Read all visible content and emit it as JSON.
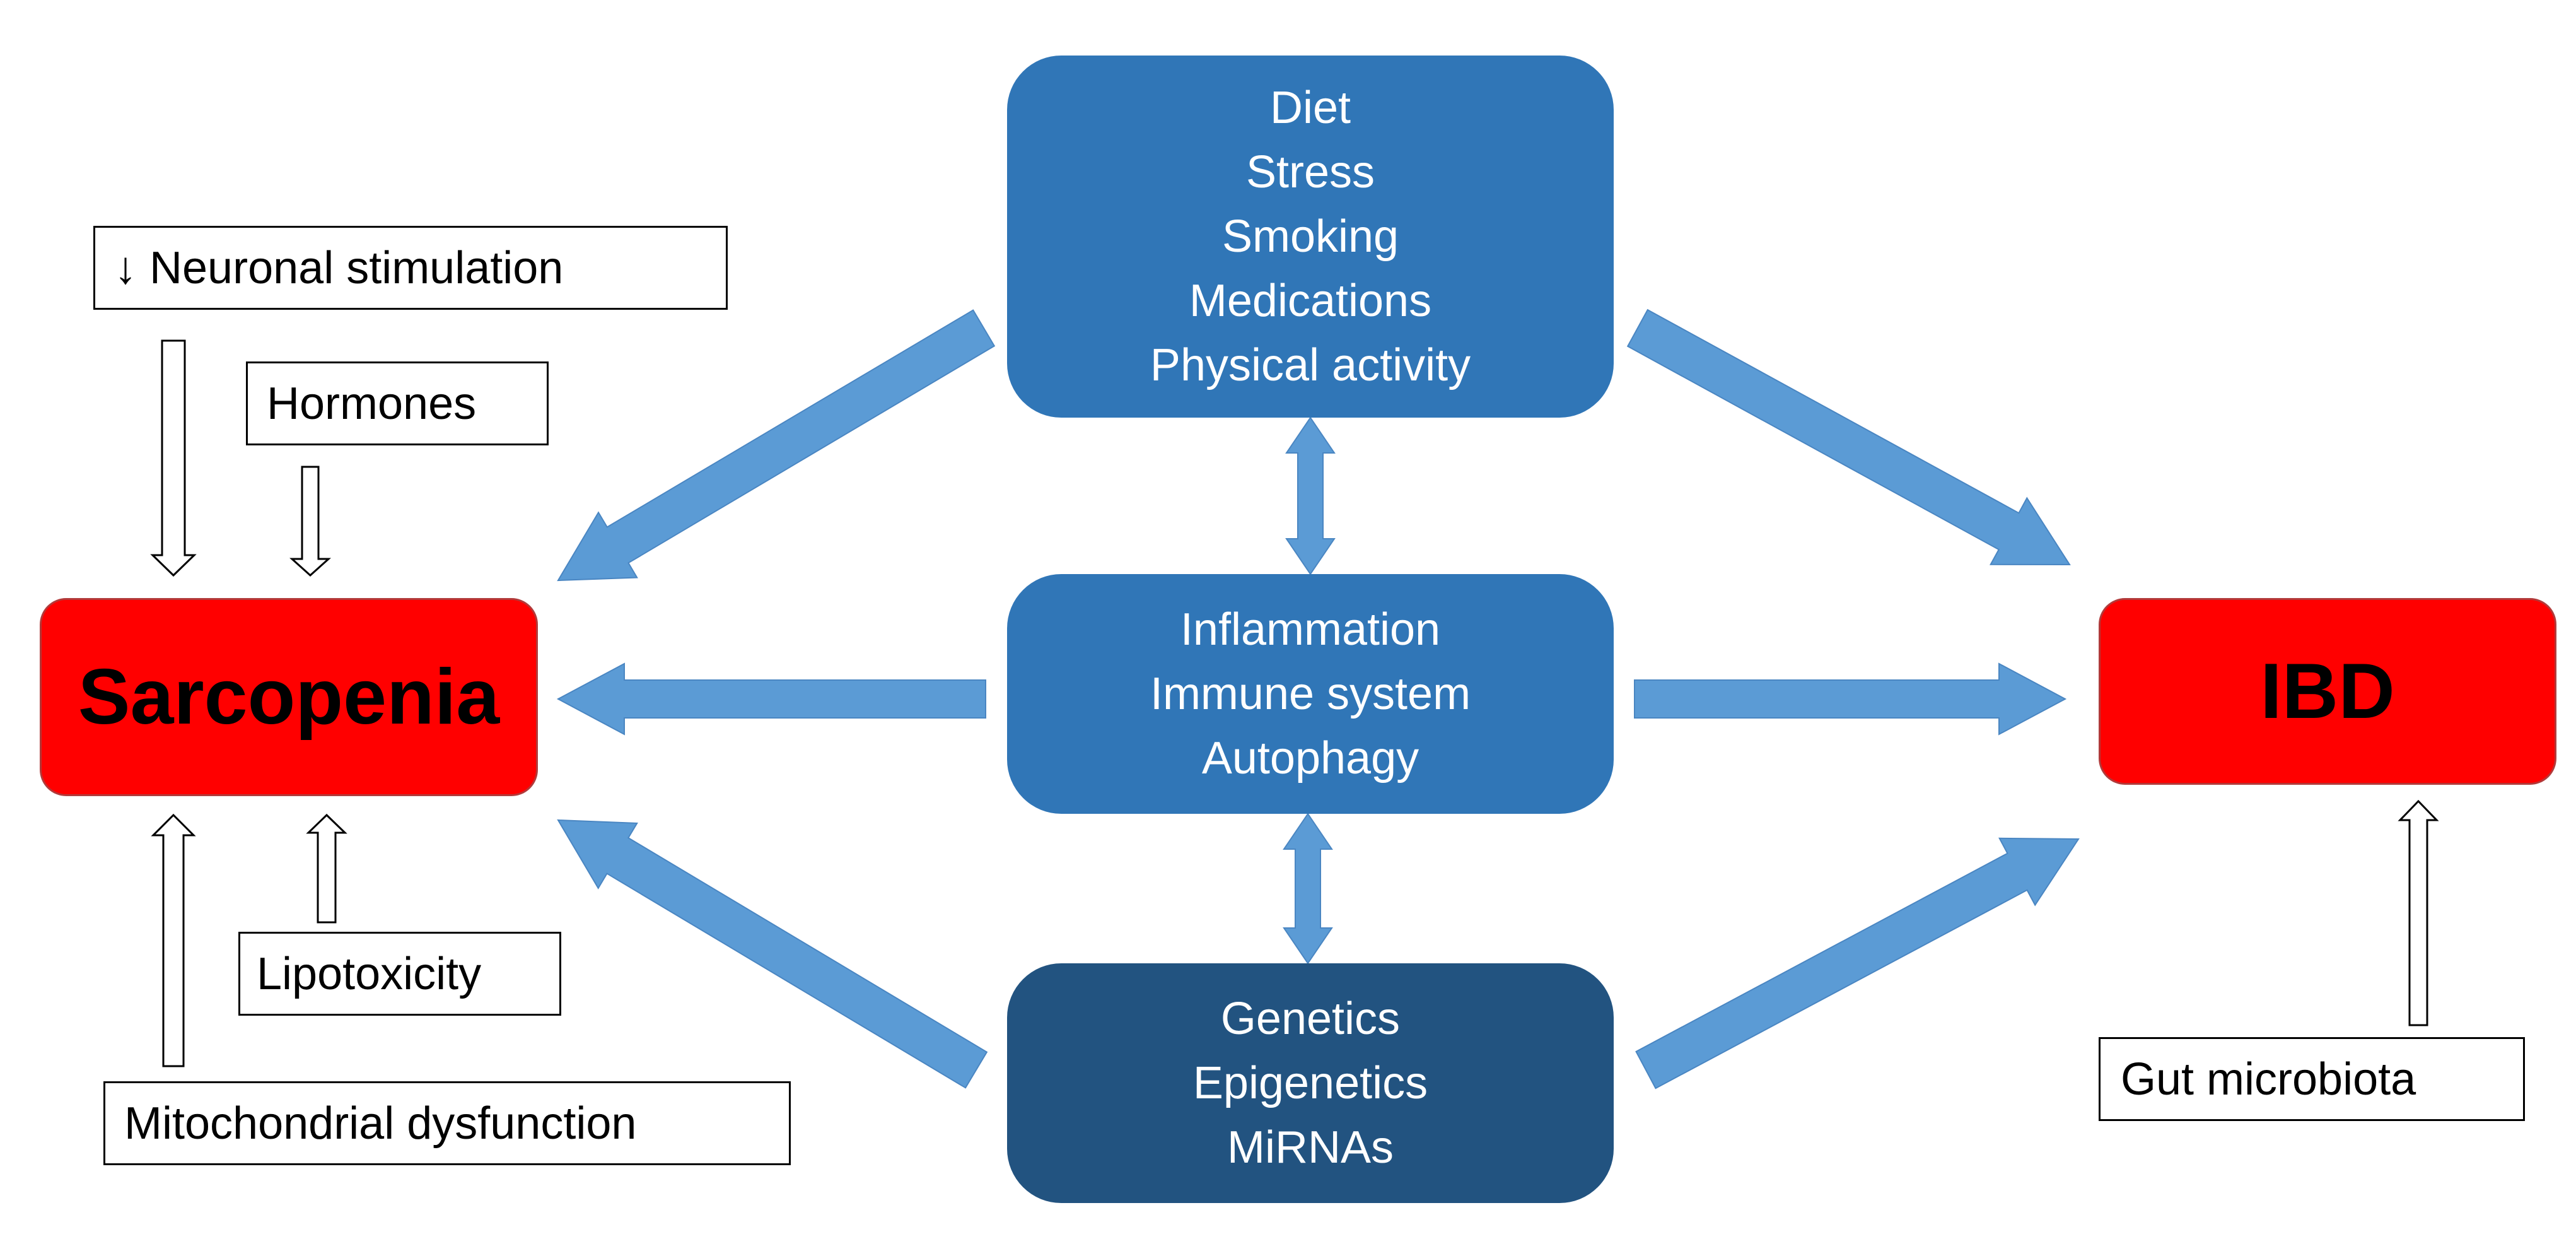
{
  "diagram": {
    "colors": {
      "box_blue": "#3076b7",
      "box_dark_blue": "#225380",
      "arrow_blue": "#5b9bd5",
      "outcome_red": "#ff0000"
    },
    "outcomes": {
      "left": "Sarcopenia",
      "right": "IBD"
    },
    "center_boxes": {
      "top": [
        "Diet",
        "Stress",
        "Smoking",
        "Medications",
        "Physical activity"
      ],
      "middle": [
        "Inflammation",
        "Immune system",
        "Autophagy"
      ],
      "bottom": [
        "Genetics",
        "Epigenetics",
        "MiRNAs"
      ]
    },
    "factor_labels": {
      "neuronal": "↓ Neuronal stimulation",
      "hormones": "Hormones",
      "lipotoxicity": "Lipotoxicity",
      "mitochondrial": "Mitochondrial dysfunction",
      "gut": "Gut microbiota"
    }
  }
}
